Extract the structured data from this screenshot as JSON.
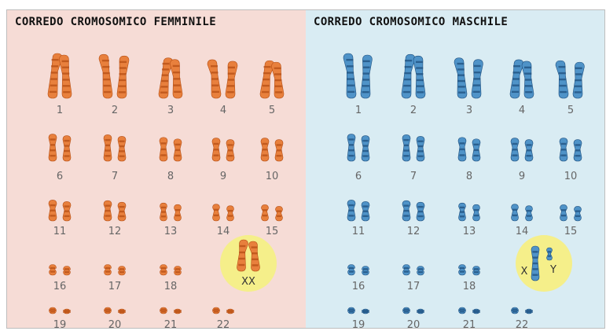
{
  "colors": {
    "female_bg": "#f6dcd6",
    "male_bg": "#d9ecf3",
    "female_chromosome": "#e8803d",
    "female_band": "#b54e14",
    "male_chromosome": "#4f93c8",
    "male_band": "#1d4f7e",
    "sex_highlight": "#f5ef8a"
  },
  "female": {
    "title": "CORREDO CROMOSOMICO FEMMINILE",
    "pairs": [
      "1",
      "2",
      "3",
      "4",
      "5",
      "6",
      "7",
      "8",
      "9",
      "10",
      "11",
      "12",
      "13",
      "14",
      "15",
      "16",
      "17",
      "18",
      "19",
      "20",
      "21",
      "22"
    ],
    "sex_label": "XX"
  },
  "male": {
    "title": "CORREDO CROMOSOMICO MASCHILE",
    "pairs": [
      "1",
      "2",
      "3",
      "4",
      "5",
      "6",
      "7",
      "8",
      "9",
      "10",
      "11",
      "12",
      "13",
      "14",
      "15",
      "16",
      "17",
      "18",
      "19",
      "20",
      "21",
      "22"
    ],
    "sex_label_x": "X",
    "sex_label_y": "Y"
  }
}
